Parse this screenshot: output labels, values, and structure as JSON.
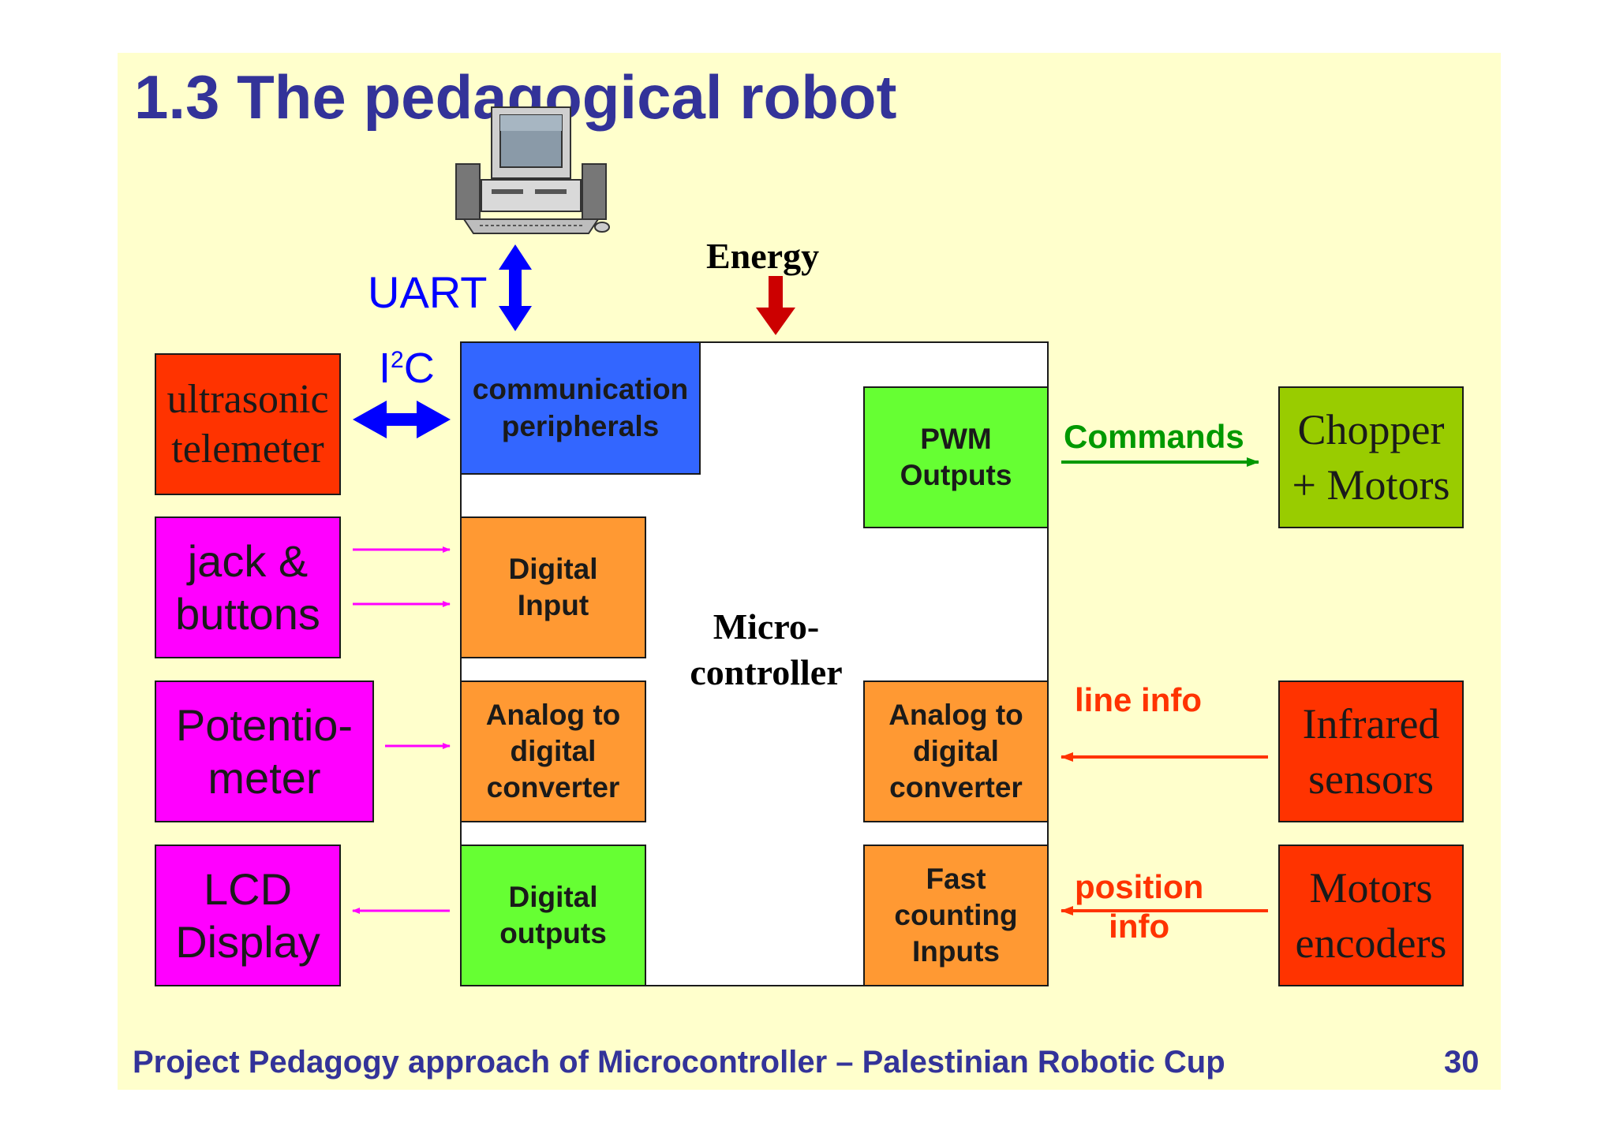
{
  "slide": {
    "title": "1.3 The pedagogical robot",
    "footer": "Project Pedagogy approach of Microcontroller – Palestinian Robotic Cup",
    "page_number": "30"
  },
  "labels": {
    "uart": "UART",
    "i2c_main": "I",
    "i2c_sup": "2",
    "i2c_tail": "C",
    "energy": "Energy",
    "commands": "Commands",
    "line_info": "line info",
    "position_info": [
      "position",
      "info"
    ]
  },
  "microcontroller": {
    "label": [
      "Micro-",
      "controller"
    ],
    "blocks": {
      "communication": [
        "communication",
        "peripherals"
      ],
      "digital_input": [
        "Digital",
        "Input"
      ],
      "adc_left": [
        "Analog to",
        "digital",
        "converter"
      ],
      "digital_outputs": [
        "Digital",
        "outputs"
      ],
      "pwm": [
        "PWM",
        "Outputs"
      ],
      "adc_right": [
        "Analog to",
        "digital",
        "converter"
      ],
      "fast_counting": [
        "Fast",
        "counting",
        "Inputs"
      ]
    }
  },
  "peripherals": {
    "ultrasonic": [
      "ultrasonic",
      "telemeter"
    ],
    "jack": [
      "jack &",
      "buttons"
    ],
    "potentiometer": [
      "Potentio-",
      "meter"
    ],
    "lcd": [
      "LCD",
      "Display"
    ],
    "chopper": [
      "Chopper",
      "+ Motors"
    ],
    "infrared": [
      "Infrared",
      "sensors"
    ],
    "encoders": [
      "Motors",
      "encoders"
    ]
  },
  "colors": {
    "title": "#333399",
    "slide_bg": "#ffffcc",
    "red": "#ff3300",
    "magenta": "#ff00ff",
    "blue": "#3366ff",
    "orange": "#ff9933",
    "green": "#66ff33",
    "olive": "#99cc00",
    "arrow_blue": "#0000ff",
    "arrow_magenta": "#ff00ff",
    "arrow_green": "#009900",
    "arrow_red": "#ff3300",
    "energy_arrow": "#cc0000"
  },
  "icons": {
    "computer": "desktop-computer-icon"
  }
}
